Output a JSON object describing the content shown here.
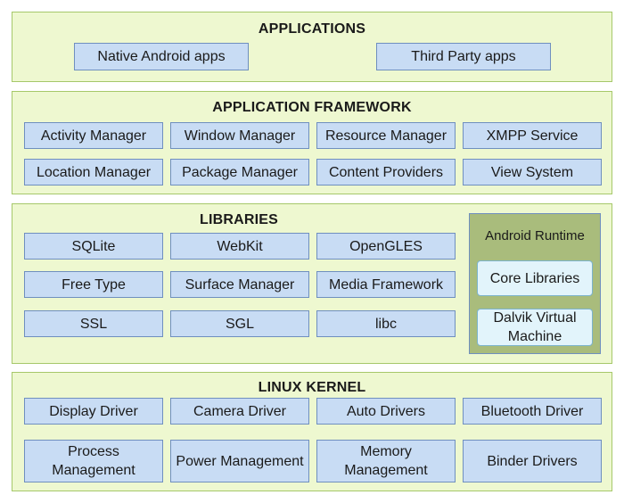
{
  "applications": {
    "title": "APPLICATIONS",
    "items": [
      "Native Android apps",
      "Third Party apps"
    ]
  },
  "framework": {
    "title": "APPLICATION FRAMEWORK",
    "row1": [
      "Activity Manager",
      "Window Manager",
      "Resource Manager",
      "XMPP Service"
    ],
    "row2": [
      "Location Manager",
      "Package Manager",
      "Content Providers",
      "View System"
    ]
  },
  "libraries": {
    "title": "LIBRARIES",
    "row1": [
      "SQLite",
      "WebKit",
      "OpenGLES"
    ],
    "row2": [
      "Free Type",
      "Surface Manager",
      "Media Framework"
    ],
    "row3": [
      "SSL",
      "SGL",
      "libc"
    ],
    "runtime": {
      "title": "Android Runtime",
      "items": [
        "Core Libraries",
        "Dalvik Virtual Machine"
      ]
    }
  },
  "kernel": {
    "title": "LINUX KERNEL",
    "row1": [
      "Display Driver",
      "Camera Driver",
      "Auto Drivers",
      "Bluetooth Driver"
    ],
    "row2": [
      "Process Management",
      "Power Management",
      "Memory Management",
      "Binder Drivers"
    ]
  },
  "colors": {
    "layer_fill": "#eef8d0",
    "layer_border": "#a6c86a",
    "box_fill": "#c8dcf4",
    "box_border": "#6f8fbf",
    "runtime_fill": "#a9bc7c",
    "runtime_box_fill": "#e2f4fb"
  }
}
